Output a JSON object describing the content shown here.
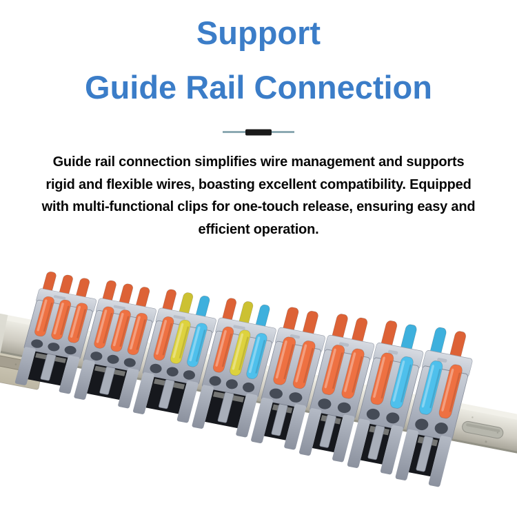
{
  "header": {
    "title": "Support",
    "subtitle": "Guide Rail Connection"
  },
  "description": {
    "lines": [
      "Guide rail connection simplifies wire management and supports",
      "rigid and flexible wires, boasting excellent compatibility. Equipped",
      "with multi-functional clips for one-touch release, ensuring easy and",
      "efficient operation."
    ]
  },
  "colors": {
    "title_blue": "#3b7dc8",
    "divider_line": "#8ba9b2",
    "divider_bar": "#1a1a1a",
    "text_black": "#070707",
    "lever_orange": "#ee7142",
    "lever_yellow": "#ddd23e",
    "lever_blue": "#4ec0ec",
    "lever_orange_back": "#dd6236",
    "lever_yellow_back": "#ccc132",
    "lever_blue_back": "#3eb0dd",
    "connector_body_gray": "#b2b8c4",
    "rail_silver": "#cfccc2"
  },
  "product": {
    "connectors": [
      {
        "poles": 3,
        "levers": [
          "orange",
          "orange",
          "orange"
        ]
      },
      {
        "poles": 3,
        "levers": [
          "orange",
          "orange",
          "orange"
        ]
      },
      {
        "poles": 3,
        "levers": [
          "orange",
          "yellow",
          "blue"
        ]
      },
      {
        "poles": 3,
        "levers": [
          "orange",
          "yellow",
          "blue"
        ]
      },
      {
        "poles": 2,
        "levers": [
          "orange",
          "orange"
        ]
      },
      {
        "poles": 2,
        "levers": [
          "orange",
          "orange"
        ]
      },
      {
        "poles": 2,
        "levers": [
          "orange",
          "blue"
        ]
      },
      {
        "poles": 2,
        "levers": [
          "blue",
          "orange"
        ]
      }
    ]
  }
}
